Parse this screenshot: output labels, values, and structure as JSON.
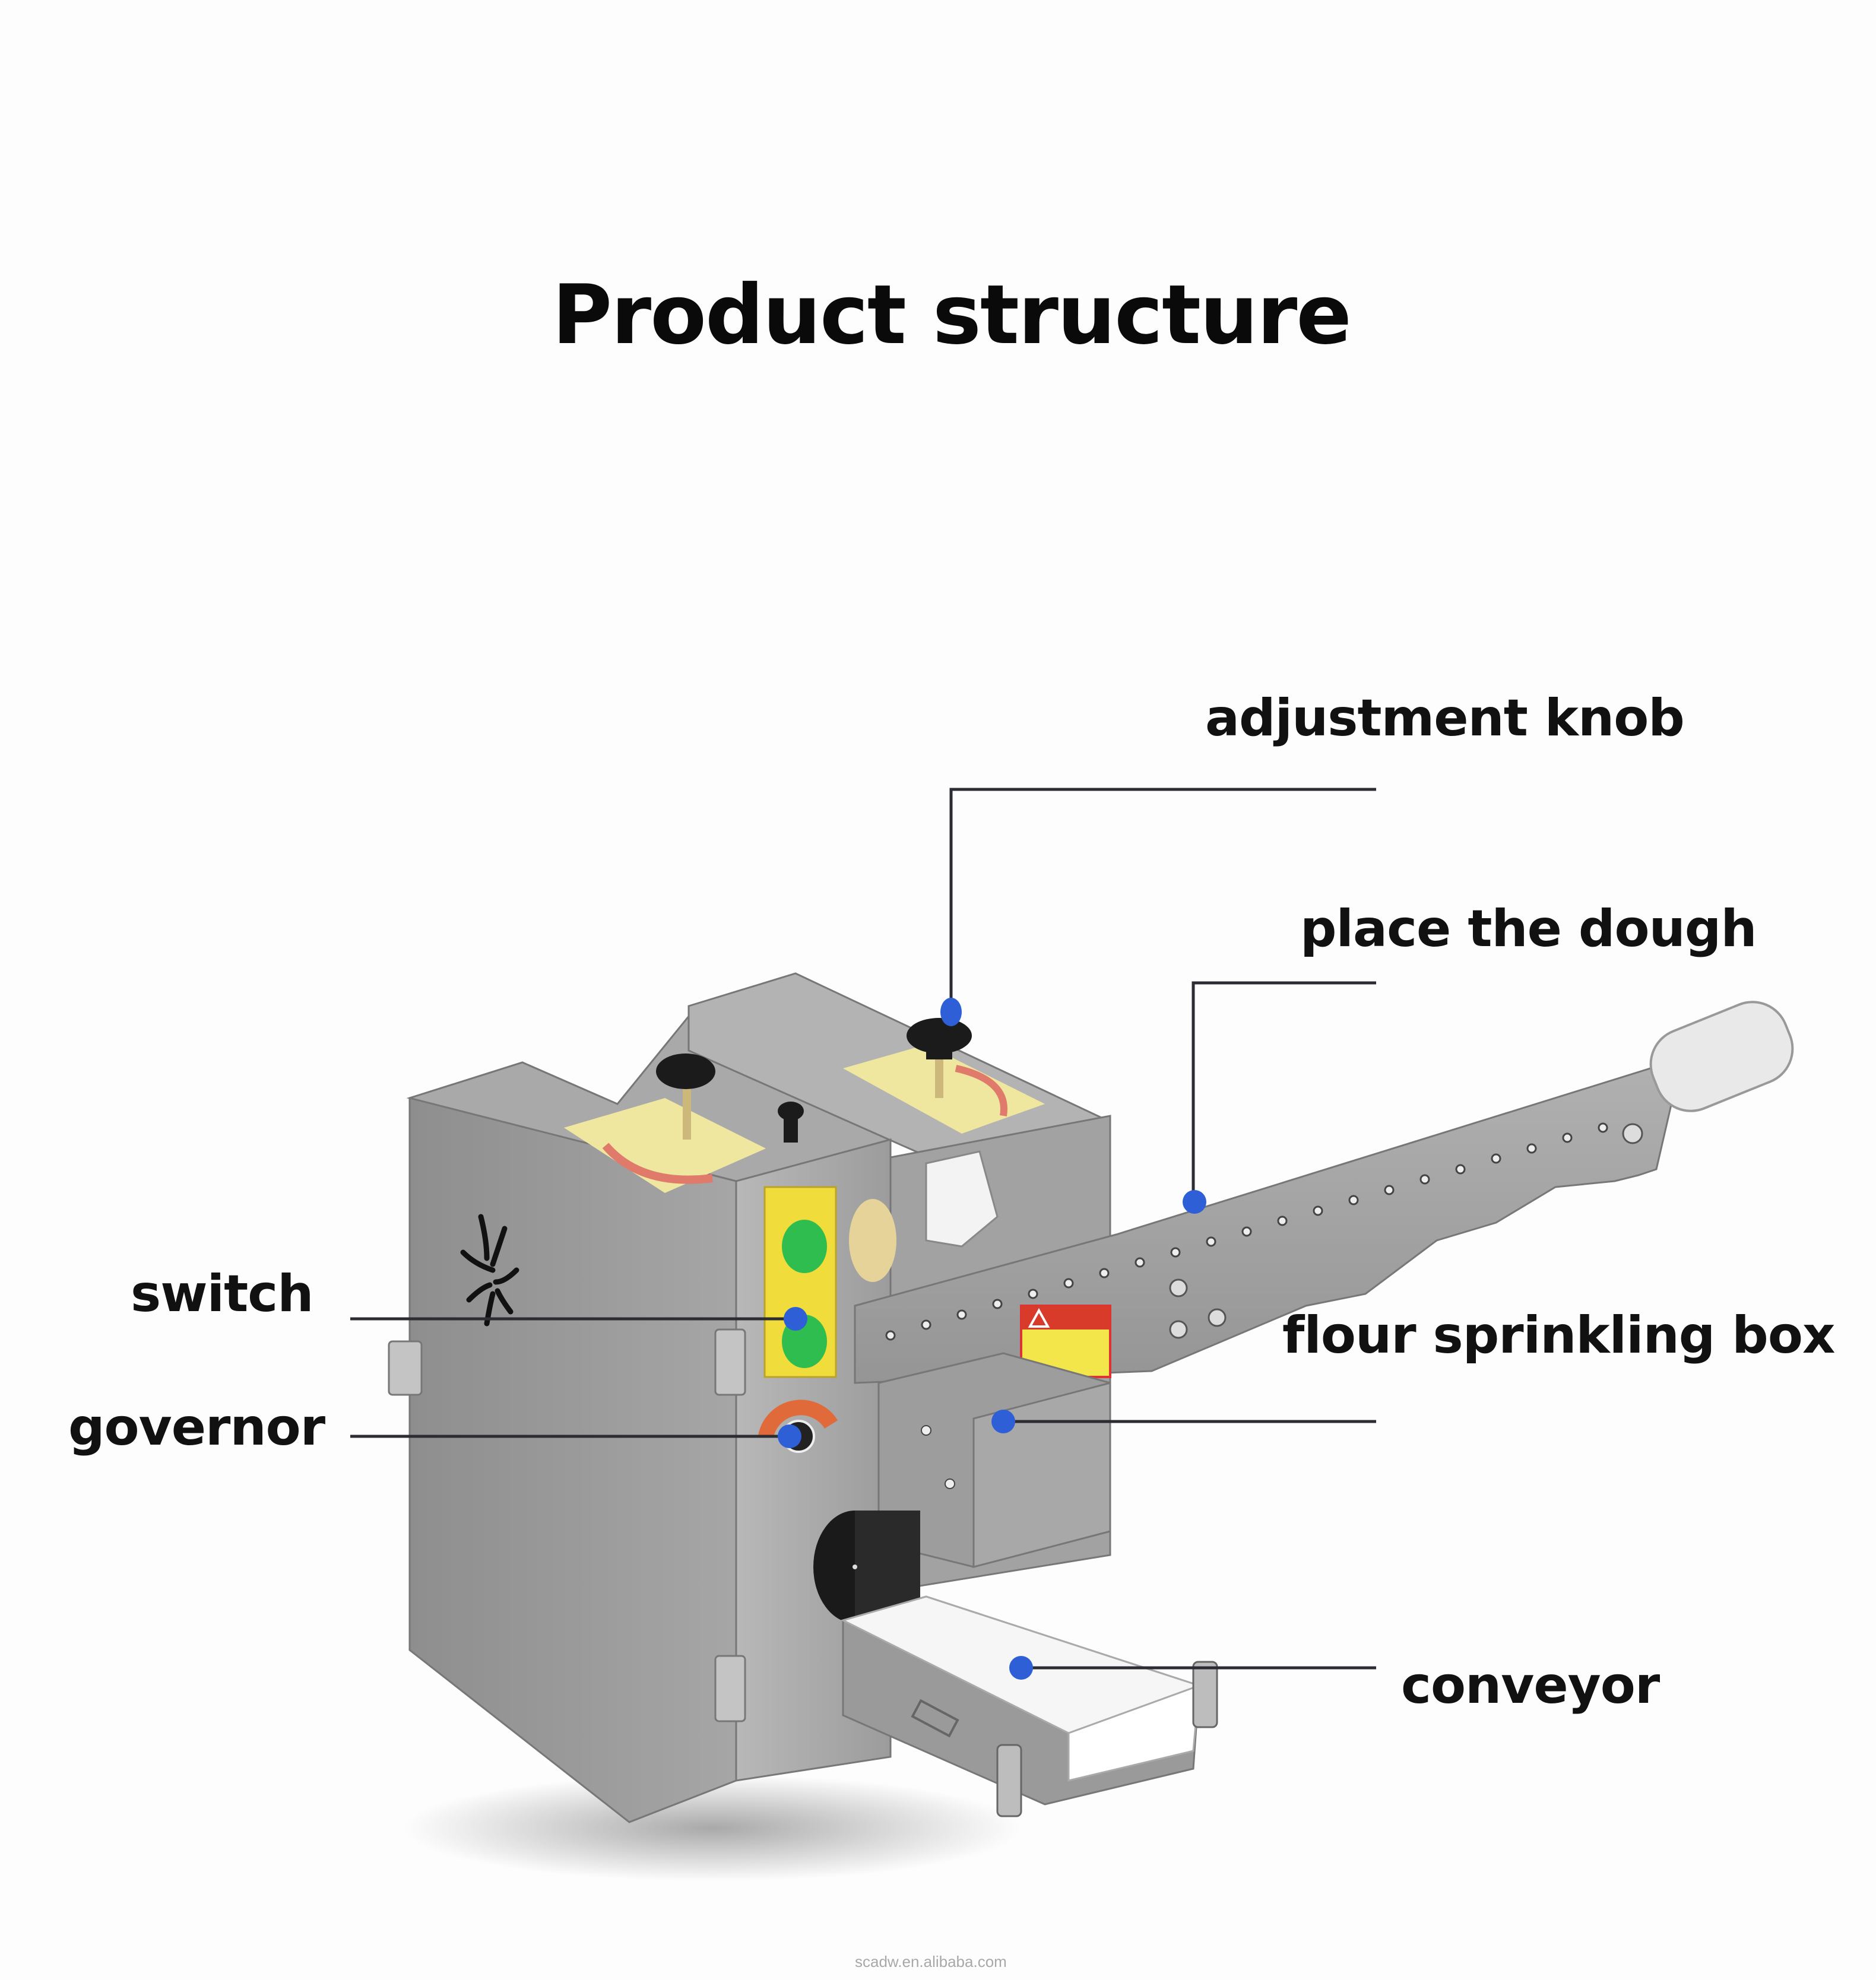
{
  "title": "Product structure",
  "callouts": [
    {
      "id": "adjustment-knob",
      "label": "adjustment knob"
    },
    {
      "id": "place-the-dough",
      "label": "place the dough"
    },
    {
      "id": "switch",
      "label": "switch"
    },
    {
      "id": "flour-sprinkling-box",
      "label": "flour sprinkling box"
    },
    {
      "id": "governor",
      "label": "governor"
    },
    {
      "id": "conveyor",
      "label": "conveyor"
    }
  ],
  "watermark": "scadw.en.alibaba.com",
  "colors": {
    "callout_dot": "#2f5fd6",
    "leader_line": "#2b2d33",
    "steel": "#9a9a9a",
    "warning_yellow": "#f3e36a",
    "button_green": "#2ebd4e"
  }
}
